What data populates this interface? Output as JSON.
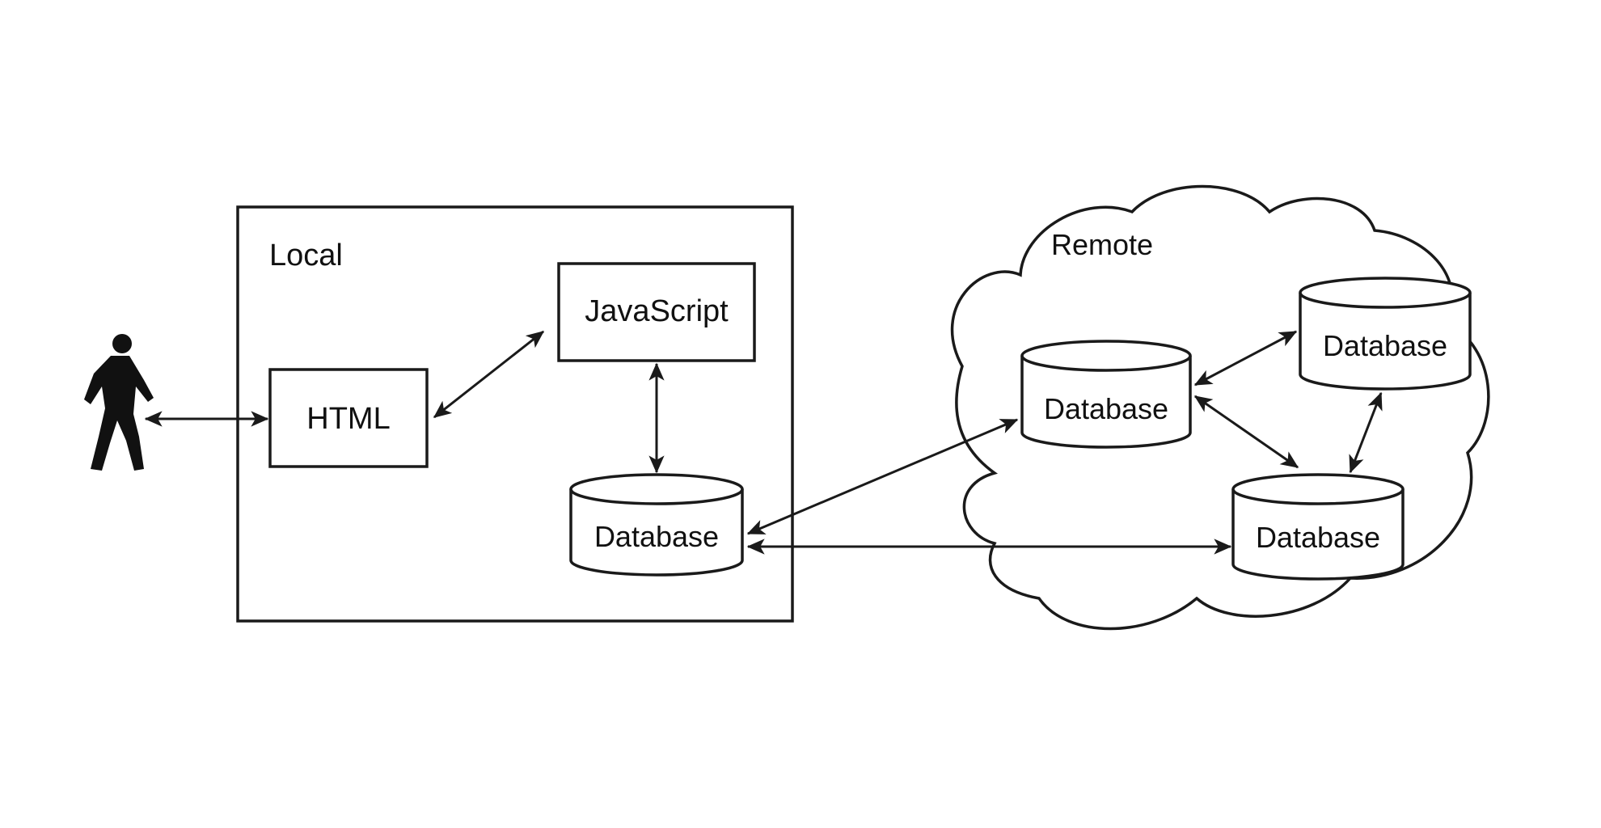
{
  "local": {
    "title": "Local",
    "html_box": "HTML",
    "javascript_box": "JavaScript",
    "database": "Database"
  },
  "remote": {
    "title": "Remote",
    "database_1": "Database",
    "database_2": "Database",
    "database_3": "Database"
  },
  "icons": {
    "user": "person-walking-icon",
    "cloud": "cloud-icon"
  }
}
